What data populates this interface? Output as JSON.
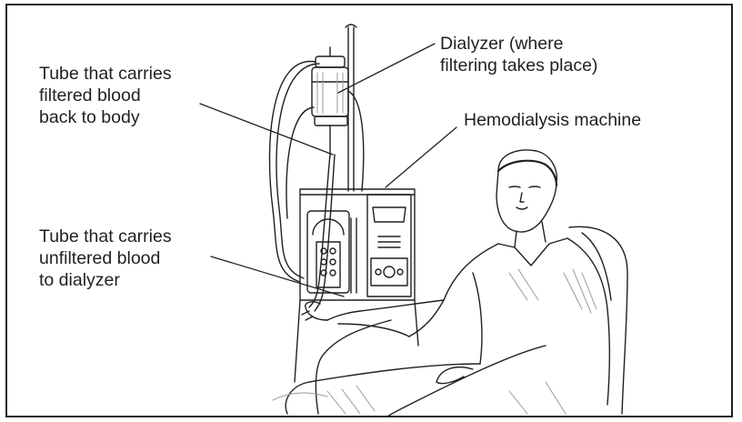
{
  "labels": {
    "dialyzer": "Dialyzer (where\nfiltering takes place)",
    "filtered_tube": "Tube that carries\nfiltered blood\nback to body",
    "machine": "Hemodialysis machine",
    "unfiltered_tube": "Tube that carries\nunfiltered blood\nto dialyzer"
  },
  "colors": {
    "line": "#231f20",
    "shade": "#9a9a9a",
    "background": "#ffffff"
  }
}
